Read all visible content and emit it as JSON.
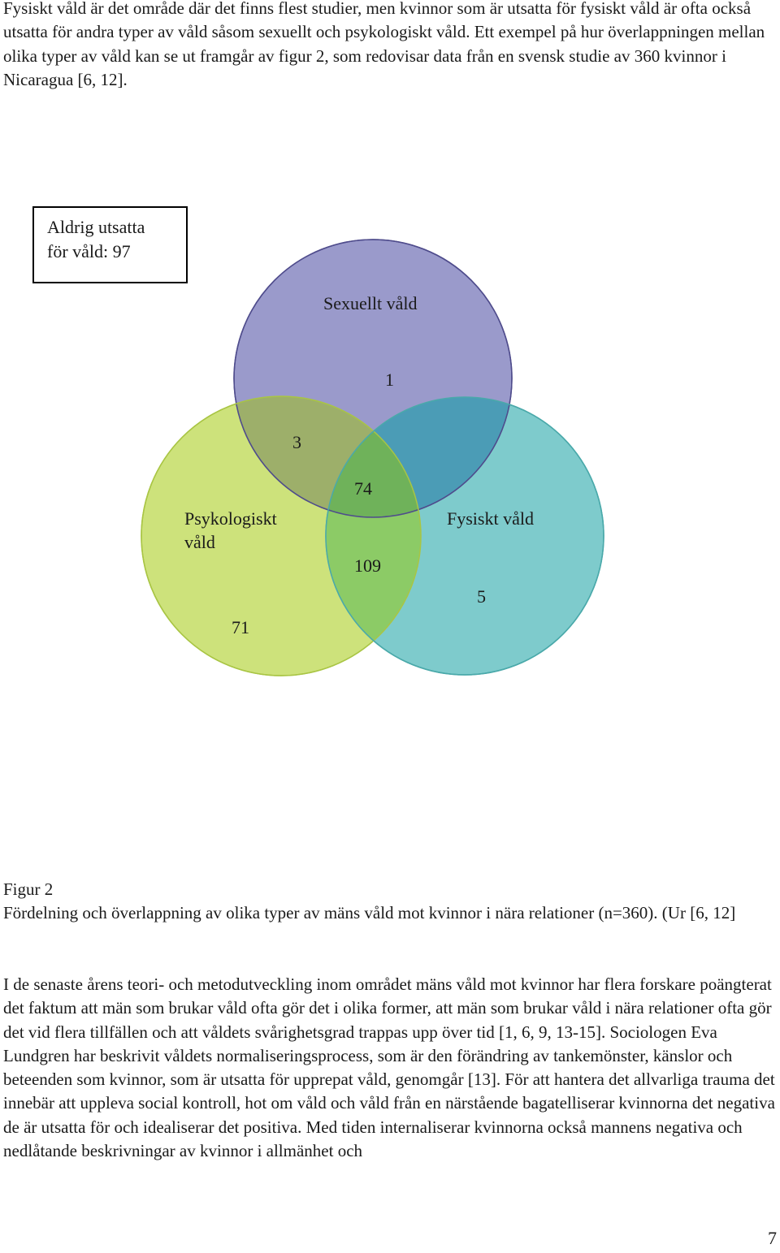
{
  "intro_text": "Fysiskt våld är det område där det finns flest studier, men kvinnor som är utsatta för fysiskt våld är ofta också utsatta för andra typer av våld såsom sexuellt och psykologiskt våld. Ett exempel på hur överlappningen mellan olika typer av våld kan se ut framgår av figur 2, som redovisar data från en svensk studie av 360 kvinnor i Nicaragua [6, 12].",
  "never_exposed": {
    "line1": "Aldrig utsatta",
    "line2": "för våld: 97"
  },
  "chart_data": {
    "type": "venn",
    "sets": [
      {
        "label": "Sexuellt våld",
        "color": "#9a9acb"
      },
      {
        "label_line1": "Psykologiskt",
        "label_line2": "våld",
        "color": "#cde27b"
      },
      {
        "label": "Fysiskt våld",
        "color": "#7ecbcc"
      }
    ],
    "regions": {
      "sexual_only": "1",
      "sexual_psych": "3",
      "all_three": "74",
      "psych_physical": "109",
      "psych_only": "71",
      "physical_only": "5"
    },
    "outside": 97
  },
  "caption": {
    "label": "Figur 2",
    "text": "Fördelning och överlappning av olika typer av mäns våld mot kvinnor i nära relationer (n=360). (Ur [6, 12]"
  },
  "body_text": "I de senaste årens teori- och metodutveckling inom området mäns våld mot kvinnor har flera forskare poängterat det faktum att män som brukar våld ofta gör det i olika former, att män som brukar våld i nära relationer ofta gör det vid flera tillfällen och att våldets svårighetsgrad trappas upp över tid [1, 6, 9, 13-15]. Sociologen Eva Lundgren har beskrivit våldets normaliseringsprocess, som är den förändring av tankemönster, känslor och beteenden som kvinnor, som är utsatta för upprepat våld, genomgår [13]. För att hantera det allvarliga trauma det innebär att uppleva social kontroll, hot om våld och våld från en närstående bagatelliserar kvinnorna det negativa de är utsatta för och idealiserar det positiva. Med tiden internaliserar kvinnorna också mannens negativa och nedlåtande beskrivningar av kvinnor i allmänhet och",
  "page_number": "7"
}
